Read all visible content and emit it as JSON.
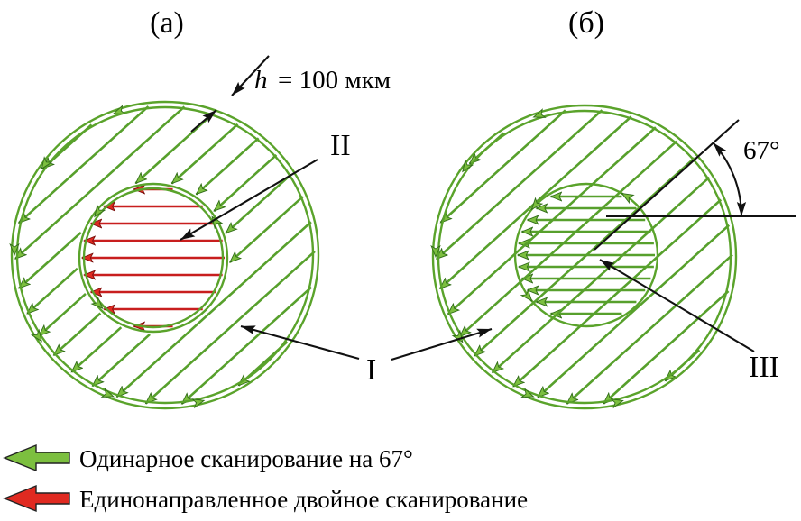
{
  "figure": {
    "panel_a": {
      "label": "(а)"
    },
    "panel_b": {
      "label": "(б)"
    },
    "annotations": {
      "hatch_spacing_var": "h",
      "hatch_spacing_value": "= 100 мкм",
      "region_i": "I",
      "region_ii": "II",
      "region_iii": "III",
      "angle": "67°"
    }
  },
  "legend": [
    {
      "icon": "green-arrow-left-icon",
      "color": "#7cbf3f",
      "label": "Одинарное сканирование на 67°"
    },
    {
      "icon": "red-arrow-left-icon",
      "color": "#e02a21",
      "label": "Единонаправленное двойное сканирование"
    }
  ],
  "colors": {
    "outline": "#5aa32b",
    "green_line": "#57a02c",
    "green_fill": "#7cbf3f",
    "green_dark": "#2f6b17",
    "red_line": "#c81e1e",
    "red_fill": "#e02a21",
    "red_dark": "#7a0f0c",
    "black": "#111111"
  }
}
